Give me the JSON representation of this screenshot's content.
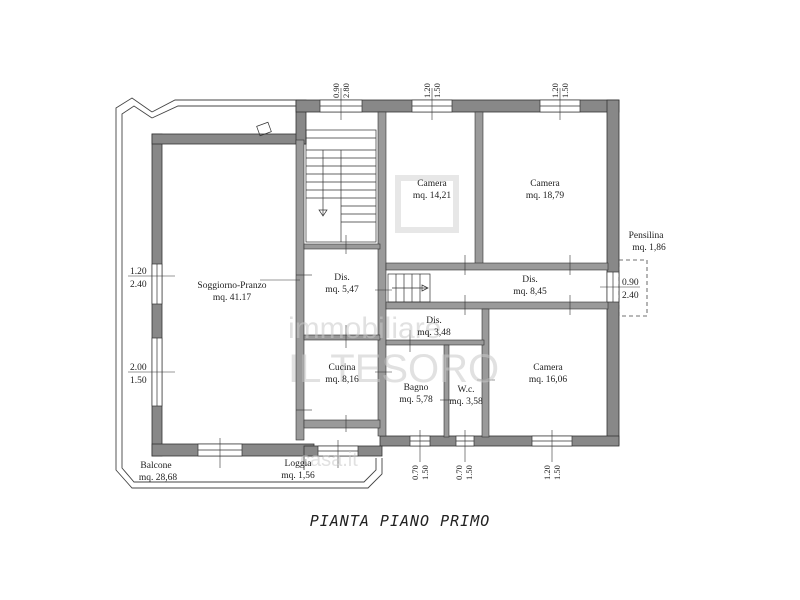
{
  "plan": {
    "caption": "PIANTA PIANO PRIMO",
    "watermark": {
      "line1": "immobiliare",
      "line2": "IL TESORO",
      "line3": "casa.it"
    },
    "rooms": {
      "soggiorno": {
        "name": "Soggiorno-Pranzo",
        "area": "mq. 41.17"
      },
      "camera1": {
        "name": "Camera",
        "area": "mq. 14,21"
      },
      "camera2": {
        "name": "Camera",
        "area": "mq. 18,79"
      },
      "camera3": {
        "name": "Camera",
        "area": "mq. 16,06"
      },
      "dis1": {
        "name": "Dis.",
        "area": "mq. 5,47"
      },
      "dis2": {
        "name": "Dis.",
        "area": "mq. 8,45"
      },
      "dis3": {
        "name": "Dis.",
        "area": "mq. 3,48"
      },
      "cucina": {
        "name": "Cucina",
        "area": "mq. 8,16"
      },
      "bagno": {
        "name": "Bagno",
        "area": "mq. 5,78"
      },
      "wc": {
        "name": "W.c.",
        "area": "mq. 3,58"
      },
      "balcone": {
        "name": "Balcone",
        "area": "mq. 28,68"
      },
      "loggia": {
        "name": "Loggia",
        "area": "mq. 1,56"
      },
      "pensilina": {
        "name": "Pensilina",
        "area": "mq. 1,86"
      }
    },
    "openings": {
      "top_stair": {
        "width": "0.90",
        "height": "2.80"
      },
      "top_cam1": {
        "width": "1.20",
        "height": "1.50"
      },
      "top_cam2": {
        "width": "1.20",
        "height": "1.50"
      },
      "left_upper": {
        "width": "1.20",
        "height": "2.40"
      },
      "left_lower": {
        "width": "2.00",
        "height": "1.50"
      },
      "right_dis": {
        "width": "0.90",
        "height": "2.40"
      },
      "bottom_bagno": {
        "width": "0.70",
        "height": "1.50"
      },
      "bottom_wc": {
        "width": "0.70",
        "height": "1.50"
      },
      "bottom_cam3": {
        "width": "1.20",
        "height": "1.50"
      }
    },
    "colors": {
      "wall": "#888888",
      "line": "#333333",
      "watermark": "#c9c9c9"
    }
  }
}
